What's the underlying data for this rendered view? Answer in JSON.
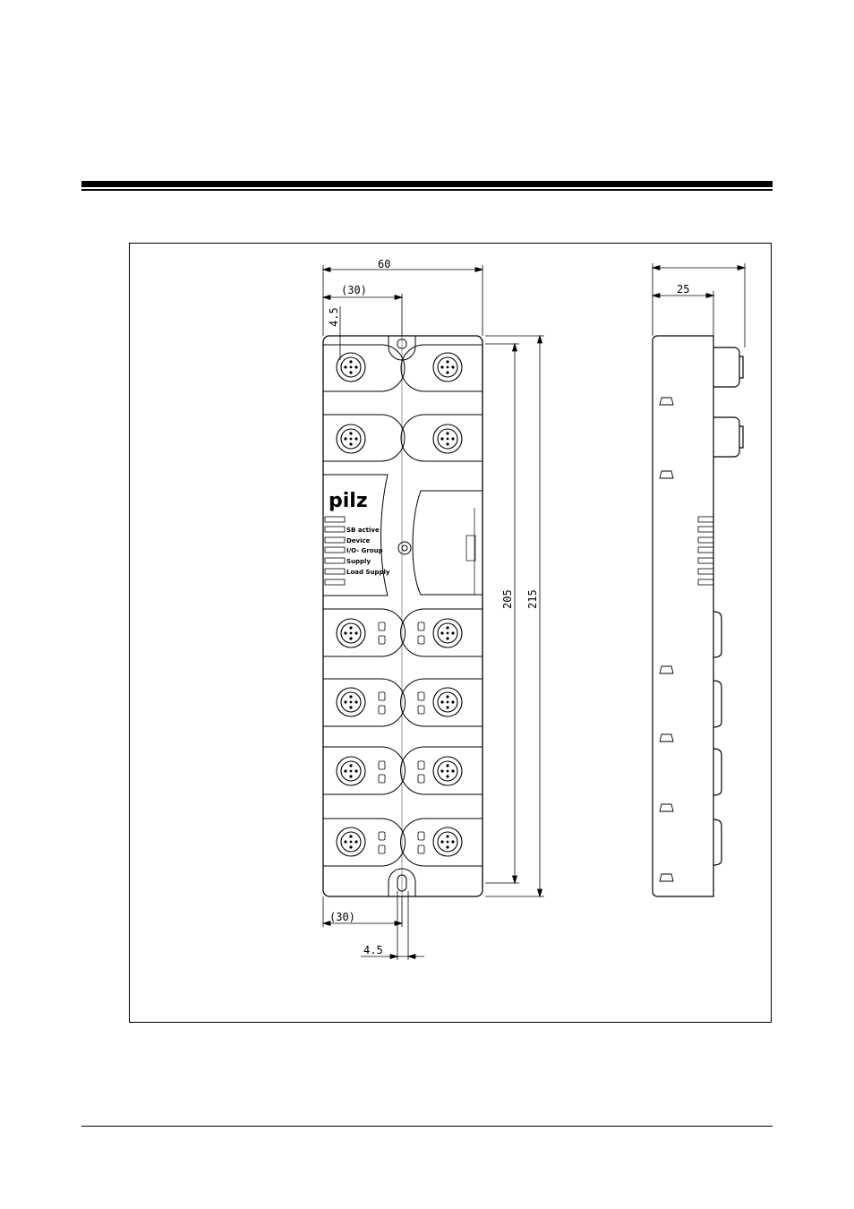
{
  "drawing": {
    "dimensions": {
      "total_width": "60",
      "half_width_top": "(30)",
      "hole_top": "4.5",
      "pitch_length": "205",
      "total_length": "215",
      "half_width_bottom": "(30)",
      "hole_bottom": "4.5",
      "depth": "25"
    },
    "logo": "pilz",
    "leds": [
      "SB  active",
      "Device",
      "I/O-  Group",
      "Supply",
      "Load  Supply"
    ]
  }
}
